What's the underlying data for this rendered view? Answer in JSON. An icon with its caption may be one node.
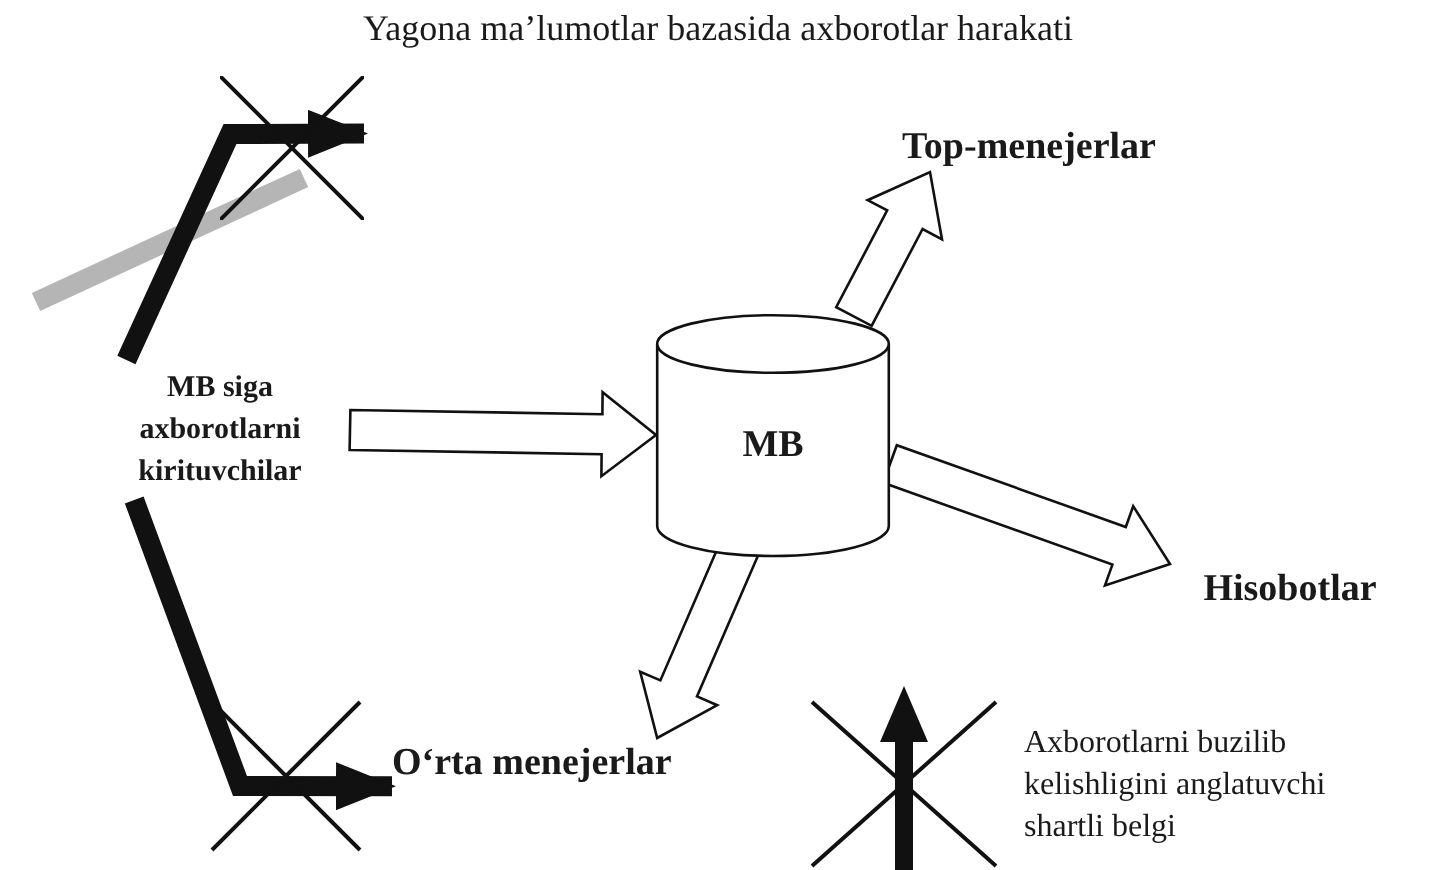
{
  "diagram": {
    "title": "Yagona ma’lumotlar bazasida axborotlar harakati",
    "nodes": [
      {
        "text": [
          "MB siga axborotlarni kirituvchilar"
        ]
      },
      {
        "text": [
          "MB"
        ]
      },
      {
        "text": [
          "Top-menejerlar"
        ]
      },
      {
        "text": [
          "Hisobotlar"
        ]
      },
      {
        "text": [
          "O‘rta menejerlar"
        ]
      },
      {
        "text": [],
        "shape": "cross"
      }
    ],
    "edges": [
      {
        "from": 0,
        "to": 1,
        "arrow": "to"
      },
      {
        "from": 1,
        "to": 2,
        "arrow": "to"
      },
      {
        "from": 1,
        "to": 3,
        "arrow": "to"
      },
      {
        "from": 1,
        "to": 4,
        "arrow": "to"
      },
      {
        "from": 0,
        "to": 5,
        "arrow": "to"
      },
      {
        "from": 0,
        "to": 4,
        "arrow": "to"
      }
    ],
    "legend": [
      {
        "text": "Axborotlarni buzilib kelishligini anglatuvchi shartli belgi"
      }
    ]
  }
}
